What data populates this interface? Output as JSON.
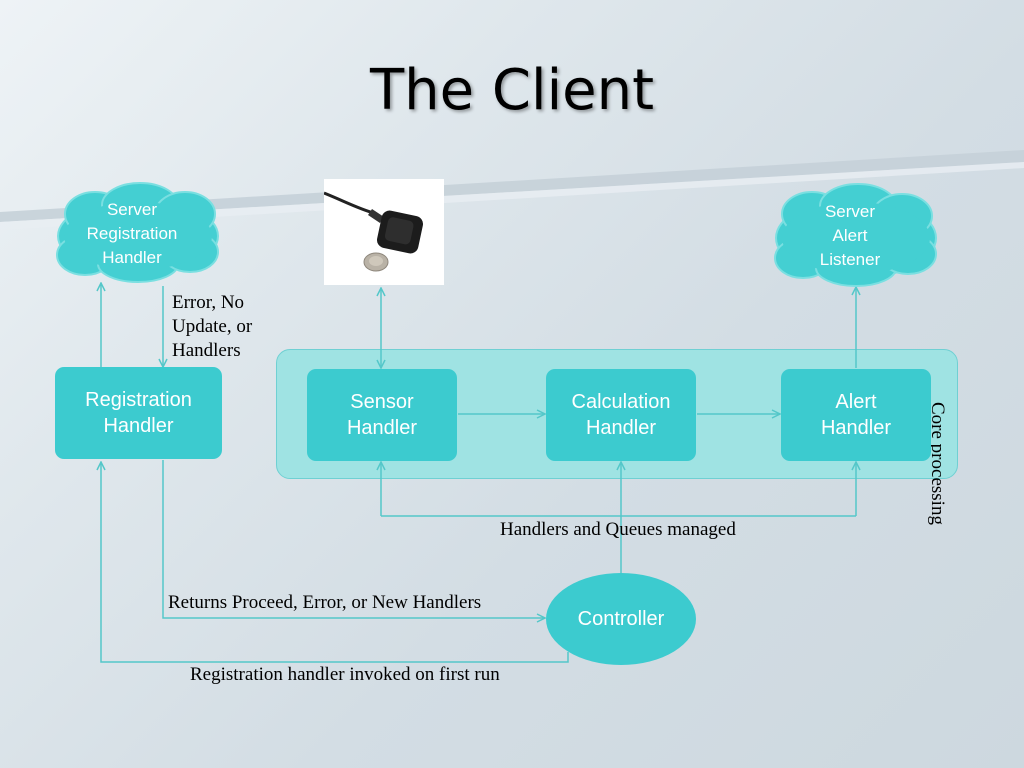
{
  "title": "The Client",
  "colors": {
    "box_fill": "#3ccbcf",
    "panel_fill": "#9fe3e3",
    "connector": "#54c7c9",
    "cloud_fill": "#44cfd2"
  },
  "clouds": {
    "server_registration": {
      "label": "Server\nRegistration\nHandler"
    },
    "server_alert": {
      "label": "Server\nAlert\nListener"
    }
  },
  "boxes": {
    "registration": "Registration\nHandler",
    "sensor": "Sensor\nHandler",
    "calculation": "Calculation\nHandler",
    "alert": "Alert\nHandler",
    "controller": "Controller"
  },
  "panel": {
    "label": "Core processing"
  },
  "notes": {
    "registration_error": "Error, No\nUpdate, or\nHandlers",
    "handlers_queues": "Handlers and Queues managed",
    "returns": "Returns Proceed, Error, or New Handlers",
    "first_run": "Registration handler invoked on first run"
  },
  "image": {
    "icon": "sensor-device-photo"
  }
}
